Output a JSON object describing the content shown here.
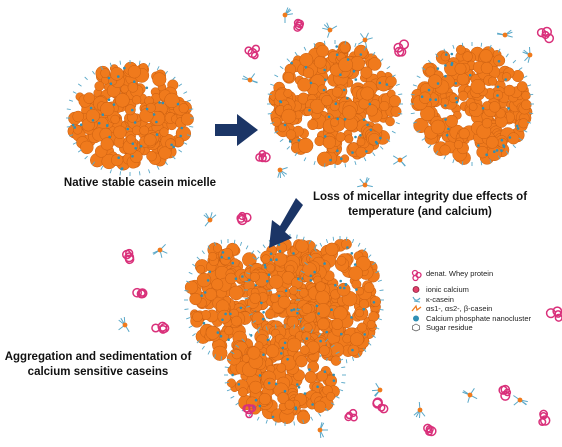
{
  "captions": {
    "native": "Native stable casein micelle",
    "loss_line1": "Loss of micellar integrity due effects of",
    "loss_line2": "temperature (and calcium)",
    "aggregation_line1": "Aggregation and sedimentation of",
    "aggregation_line2": "calcium sensitive caseins"
  },
  "legend": {
    "whey": "denat. Whey protein",
    "ionic_calcium": "ionic calcium",
    "kappa_casein": "κ-casein",
    "alpha_beta_casein": "αs1-, αs2-, β-casein",
    "calcium_phosphate": "Calcium phosphate nanocluster",
    "sugar": "Sugar residue"
  },
  "colors": {
    "casein": "#f07a1c",
    "casein_dark": "#c95e10",
    "whey": "#d9307a",
    "kappa": "#5aa8c8",
    "calcium_phosphate": "#2f8fb5",
    "arrow": "#1b3566"
  },
  "icons": {
    "arrow": "arrow-icon",
    "whey": "whey-protein-icon",
    "calcium": "ionic-calcium-icon",
    "kappa": "kappa-casein-icon",
    "alphabeta": "alpha-beta-casein-icon",
    "cap": "calcium-phosphate-icon",
    "sugar": "sugar-residue-icon"
  }
}
